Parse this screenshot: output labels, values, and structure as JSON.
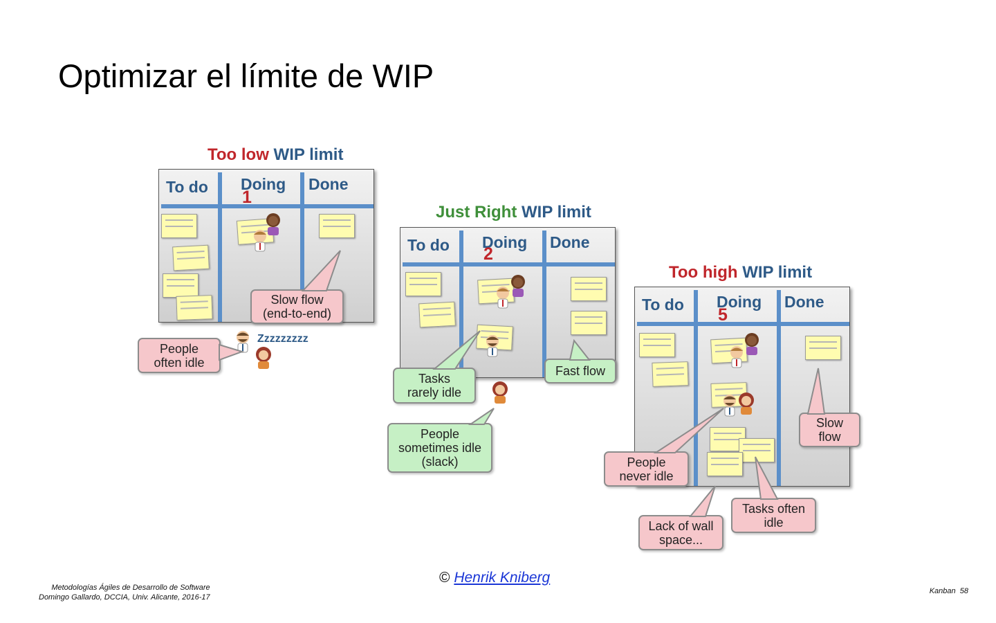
{
  "slide": {
    "title": "Optimizar el límite de WIP",
    "credit_prefix": "©",
    "credit_author": "Henrik Kniberg",
    "footer_line1": "Metodologías Ágiles de Desarrollo de Software",
    "footer_line2": "Domingo Gallardo, DCCIA, Univ. Alicante, 2016-17",
    "section": "Kanban",
    "page_number": "58"
  },
  "colors": {
    "red": "#c0262b",
    "green": "#3f8f3a",
    "blue": "#2e5a87",
    "lane": "#5b8fc9"
  },
  "columns": {
    "todo": "To do",
    "doing": "Doing",
    "done": "Done"
  },
  "wip_word": "WIP limit",
  "low": {
    "title_highlight": "Too low",
    "limit": "1",
    "callout_slow": "Slow flow\n(end-to-end)",
    "callout_idle": "People\noften idle",
    "zzz": "Zzzzzzzzz"
  },
  "right": {
    "title_highlight": "Just Right",
    "limit": "2",
    "callout_fast": "Fast flow",
    "callout_tasks": "Tasks\nrarely idle",
    "callout_people": "People\nsometimes idle\n(slack)"
  },
  "high": {
    "title_highlight": "Too high",
    "limit": "5",
    "callout_slow": "Slow\nflow",
    "callout_people": "People\nnever idle",
    "callout_wall": "Lack of wall\nspace...",
    "callout_tasks": "Tasks often\nidle"
  }
}
